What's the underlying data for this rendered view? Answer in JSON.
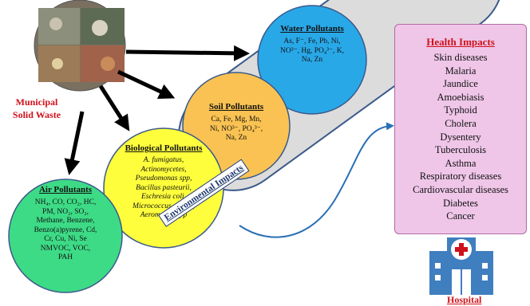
{
  "msw": {
    "line1": "Municipal",
    "line2": "Solid Waste"
  },
  "water": {
    "title": "Water Pollutants",
    "line1": "As, F⁻, Fe, Pb, Ni,",
    "line2": "NO³⁻, Hg, PO₄³⁻, K,",
    "line3": "Na, Zn"
  },
  "soil": {
    "title": "Soil Pollutants",
    "line1": "Ca, Fe, Mg, Mn,",
    "line2": "Ni, NO³⁻, PO₄³⁻,",
    "line3": "Na, Zn"
  },
  "bio": {
    "title": "Biological Pollutants",
    "items": [
      "A. fumigatus,",
      "Actinomycetes,",
      "Pseudomonas spp,",
      "Bacillus pasteurii,",
      "Eschresia coli,",
      "Micrococcus roseus,",
      "Aeromonas spp"
    ]
  },
  "air": {
    "title": "Air Pollutants",
    "items": [
      "NH₄, CO, CO₂, HC,",
      "PM, NO₂, SO₂,",
      "Methane, Benzene,",
      "Benzo(a)pyrene, Cd,",
      "Cr, Cu, Ni, Se",
      "NMVOC, VOC,",
      "PAH"
    ]
  },
  "environmental": "Environmental Impacts",
  "health": {
    "title": "Health Impacts",
    "items": [
      "Skin diseases",
      "Malaria",
      "Jaundice",
      "Amoebiasis",
      "Typhoid",
      "Cholera",
      "Dysentery",
      "Tuberculosis",
      "Asthma",
      "Respiratory diseases",
      "Cardiovascular diseases",
      "Diabetes",
      "Cancer"
    ]
  },
  "hospital": "Hospital",
  "colors": {
    "water": "#29a8e8",
    "soil": "#f9c252",
    "bio": "#fefe3c",
    "air": "#3ddb86",
    "band": "#dcdcdc",
    "health_bg": "#efc6e8",
    "red": "#d0101a"
  }
}
